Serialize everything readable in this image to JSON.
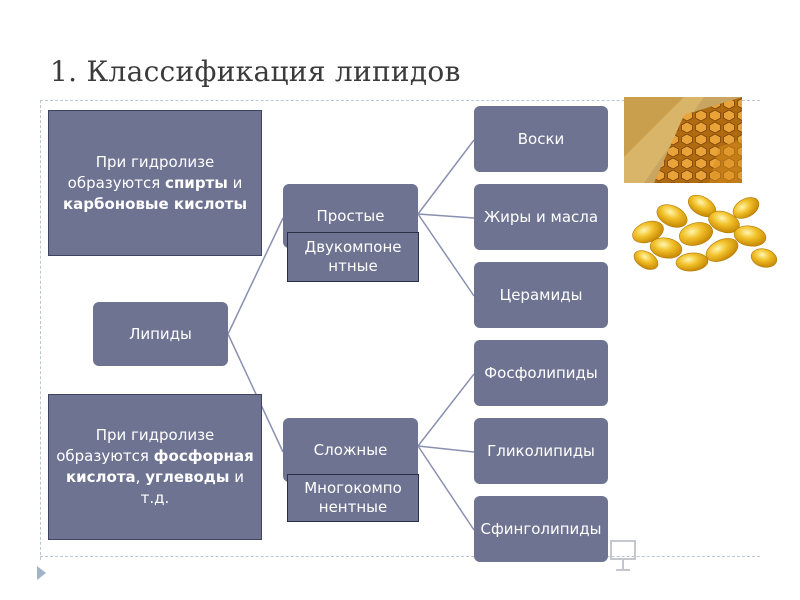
{
  "slide": {
    "title": "1. Классификация липидов"
  },
  "notes": {
    "simple": {
      "p1": "При гидролизе образуются ",
      "b1": "спирты",
      "p2": " и ",
      "b2": "карбоновые кислоты"
    },
    "complex": {
      "p1": "При гидролизе образуются ",
      "b1": "фосфорная кислота",
      "p2": ", ",
      "b2": "углеводы",
      "p3": " и т.д."
    }
  },
  "tree": {
    "root": "Липиды",
    "simple": "Простые",
    "simple_tag": "Двукомпоне нтные",
    "complex": "Сложные",
    "complex_tag": "Многокомпо нентные",
    "simple_children": [
      "Воски",
      "Жиры и масла",
      "Церамиды"
    ],
    "complex_children": [
      "Фосфолипиды",
      "Гликолипиды",
      "Сфинголипиды"
    ]
  },
  "images": [
    "honeycomb",
    "oil-capsules"
  ],
  "colors": {
    "box": "#6e7391",
    "line": "#8a90b0",
    "text": "#ffffff"
  }
}
